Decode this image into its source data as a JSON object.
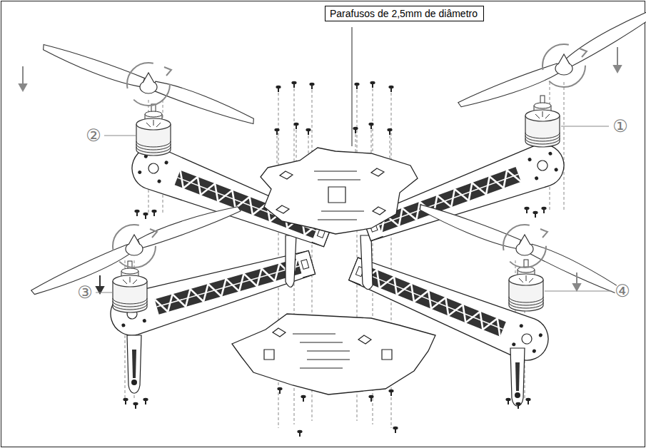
{
  "diagram": {
    "nodes": [
      {
        "text": [
          "Parafusos de 2,5mm de diâmetro"
        ]
      }
    ],
    "labels": [
      "①",
      "②",
      "③",
      "④"
    ]
  }
}
